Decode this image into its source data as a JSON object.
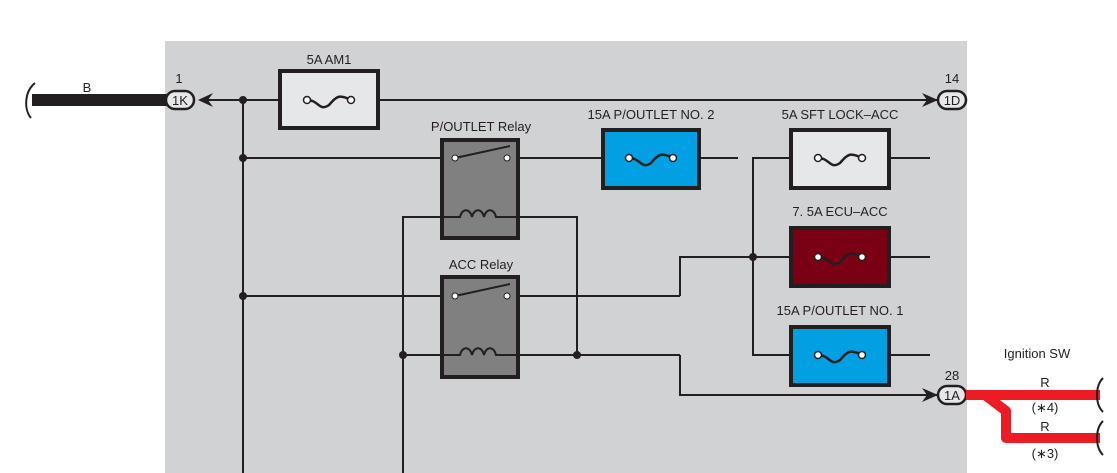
{
  "colors": {
    "panel": "#d1d2d4",
    "fuse_white": "#e6e7e8",
    "fuse_blue": "#00a0e3",
    "fuse_darkred": "#7a0013",
    "relay": "#808080",
    "red_wire": "#ed1c24"
  },
  "left_wire": {
    "color_code": "B"
  },
  "connectors": {
    "c1k": {
      "pin": "1",
      "label": "1K"
    },
    "c1d": {
      "pin": "14",
      "label": "1D"
    },
    "c1a": {
      "pin": "28",
      "label": "1A"
    }
  },
  "fuses": {
    "am1": "5A AM1",
    "poutlet2": "15A P/OUTLET NO. 2",
    "sftlock": "5A SFT LOCK–ACC",
    "ecuacc": "7. 5A ECU–ACC",
    "poutlet1": "15A P/OUTLET NO. 1"
  },
  "relays": {
    "poutlet": "P/OUTLET Relay",
    "acc": "ACC Relay"
  },
  "ignition": {
    "title": "Ignition SW",
    "wire1_color": "R",
    "wire1_note": "(∗4)",
    "wire2_color": "R",
    "wire2_note": "(∗3)"
  }
}
